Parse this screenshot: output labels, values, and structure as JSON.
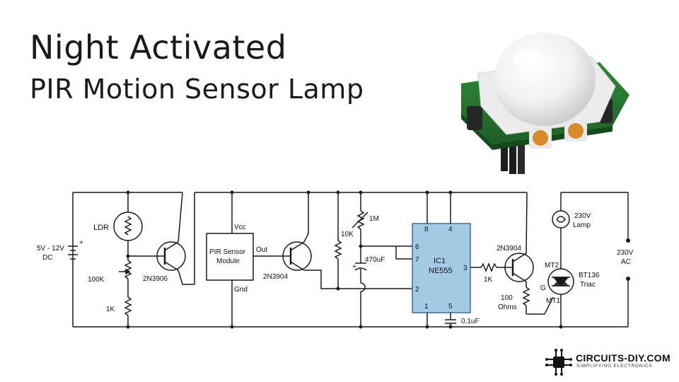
{
  "title": {
    "line1": "Night Activated",
    "line2": "PIR Motion Sensor Lamp"
  },
  "circuit": {
    "supply": {
      "voltage": "5V - 12V",
      "type": "DC",
      "plus": "+"
    },
    "ldr": "LDR",
    "pot_100k": "100K",
    "r_1k_left": "1K",
    "q1": "2N3906",
    "pir": {
      "line1": "PIR Sensor",
      "line2": "Module",
      "vcc": "Vcc",
      "out": "Out",
      "gnd": "Gnd"
    },
    "q2": "2N3904",
    "pot_1m": "1M",
    "r_10k": "10K",
    "cap_470": "470uF",
    "cap_plus": "+",
    "ic": {
      "name": "IC1",
      "part": "NE555",
      "pin8": "8",
      "pin4": "4",
      "pin6": "6",
      "pin7": "7",
      "pin3": "3",
      "pin2": "2",
      "pin1": "1",
      "pin5": "5"
    },
    "cap_01": "0.1uF",
    "q3": "2N3904",
    "r_1k_right": "1K",
    "r_100": {
      "line1": "100",
      "line2": "Ohms"
    },
    "lamp": {
      "line1": "230V",
      "line2": "Lamp"
    },
    "triac": {
      "line1": "BT136",
      "line2": "Triac",
      "mt1": "MT1",
      "mt2": "MT2",
      "gate": "G"
    },
    "ac": {
      "line1": "230V",
      "line2": "AC"
    }
  },
  "branding": {
    "logo_text": "CIRCUITS-DIY.COM",
    "tagline": "SIMPLIFYING ELECTRONICS",
    "logo_icon": "chip-icon"
  },
  "photo": {
    "subject": "pir-sensor-module-photo"
  }
}
